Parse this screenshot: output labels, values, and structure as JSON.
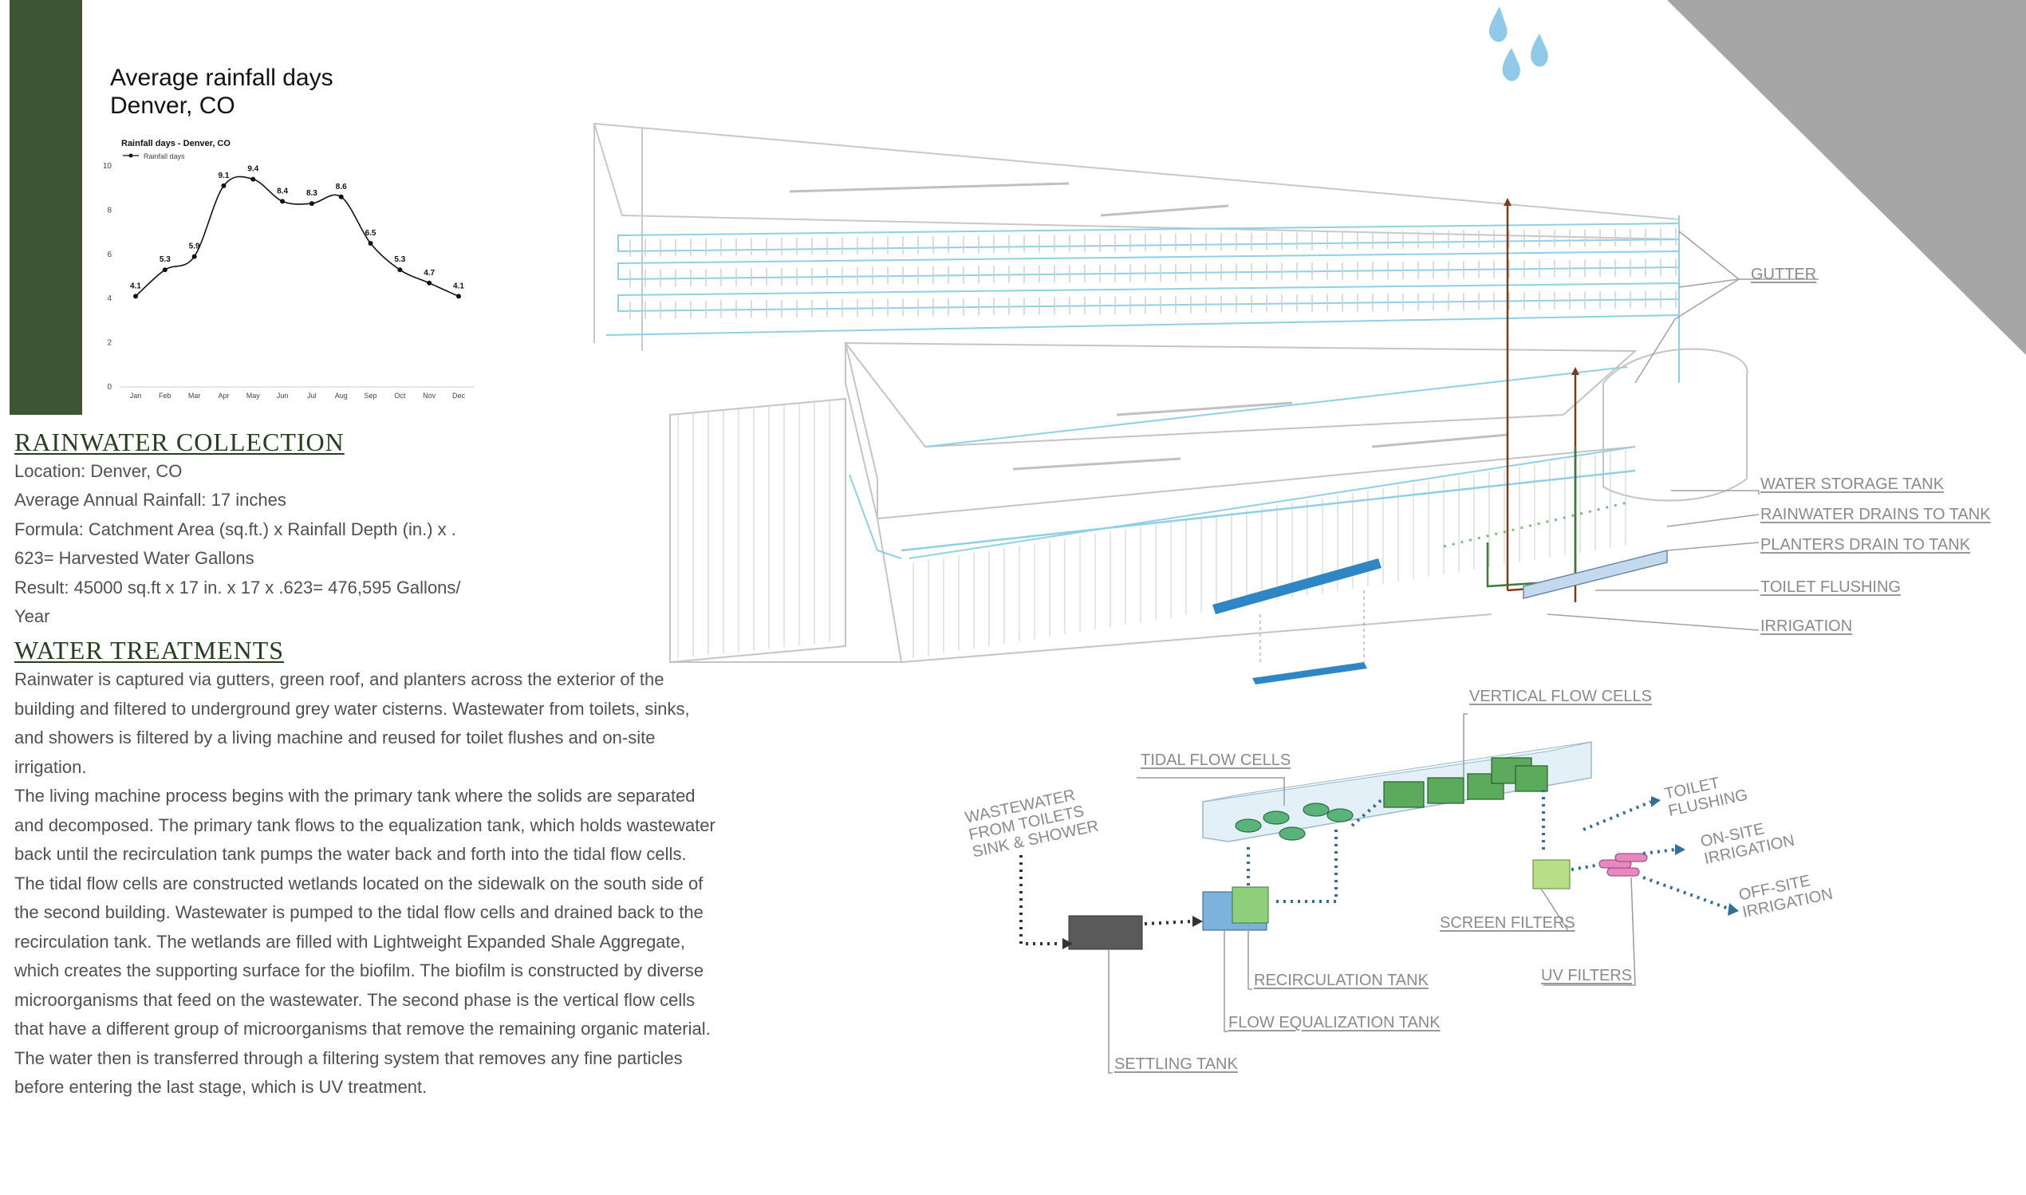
{
  "chart_heading": {
    "line1": "Average rainfall days",
    "line2": "Denver, CO"
  },
  "chart_data": {
    "type": "line",
    "title": "Rainfall days - Denver, CO",
    "series": [
      {
        "name": "Rainfall days",
        "values": [
          4.1,
          5.3,
          5.9,
          9.1,
          9.4,
          8.4,
          8.3,
          8.6,
          6.5,
          5.3,
          4.7,
          4.1
        ]
      }
    ],
    "categories": [
      "Jan",
      "Feb",
      "Mar",
      "Apr",
      "May",
      "Jun",
      "Jul",
      "Aug",
      "Sep",
      "Oct",
      "Nov",
      "Dec"
    ],
    "data_labels": [
      "4.1",
      "5.3",
      "5.9",
      "9.1",
      "9.4",
      "8.4",
      "8.3",
      "8.6",
      "6.5",
      "5.3",
      "4.7",
      "4.1"
    ],
    "y_ticks": [
      "0",
      "2",
      "4",
      "6",
      "8",
      "10"
    ],
    "ylim": [
      0,
      10
    ],
    "legend_position": "top-left",
    "grid": false,
    "colors": {
      "line": "#111111"
    }
  },
  "rainwater": {
    "heading": "RAINWATER COLLECTION",
    "location": "Location: Denver, CO",
    "annual_rainfall": "Average Annual Rainfall: 17 inches",
    "formula_line1": "Formula: Catchment Area (sq.ft.) x Rainfall Depth (in.) x .",
    "formula_line2": "623= Harvested Water Gallons",
    "result_line1": "Result: 45000 sq.ft x 17 in. x 17 x .623= 476,595 Gallons/",
    "result_line2": "Year"
  },
  "treatments": {
    "heading": "WATER TREATMENTS",
    "paragraph1": "Rainwater is captured via gutters, green roof, and planters across the exterior of the building and filtered to underground grey water cisterns. Wastewater from toilets, sinks, and showers is filtered by a living machine and reused for toilet flushes and on-site irrigation.",
    "paragraph2": "The living machine process begins with the primary tank where the solids are separated and decomposed. The primary tank flows to the equalization tank, which holds wastewater back until the recirculation tank pumps the water back and forth into the tidal flow cells. The tidal flow cells are constructed wetlands located on the sidewalk on the south side of the second building. Wastewater is pumped to the tidal flow cells and drained back to the recirculation tank. The wetlands are filled with Lightweight Expanded Shale Aggregate, which creates the supporting surface for the biofilm. The biofilm is constructed by diverse microorganisms that feed on the wastewater. The second phase is the vertical flow cells that have a different group of microorganisms that remove the remaining organic material. The water then is transferred through a filtering system that removes any fine particles before entering the last stage, which is UV treatment."
  },
  "building_labels": {
    "gutter": "GUTTER",
    "water_storage_tank": "WATER STORAGE TANK",
    "rainwater_drains": "RAINWATER DRAINS TO TANK",
    "planters_drain": "PLANTERS DRAIN TO TANK",
    "toilet_flushing": "TOILET FLUSHING",
    "irrigation": "IRRIGATION"
  },
  "treatment_labels": {
    "vertical_flow_cells": "VERTICAL FLOW CELLS",
    "tidal_flow_cells": "TIDAL FLOW CELLS",
    "wastewater_line1": "WASTEWATER",
    "wastewater_line2": "FROM TOILETS",
    "wastewater_line3": "SINK & SHOWER",
    "toilet_flushing_line1": "TOILET",
    "toilet_flushing_line2": "FLUSHING",
    "onsite_line1": "ON-SITE",
    "onsite_line2": "IRRIGATION",
    "offsite_line1": "OFF-SITE",
    "offsite_line2": "IRRIGATION",
    "screen_filters": "SCREEN FILTERS",
    "uv_filters": "UV FILTERS",
    "recirculation_tank": "RECIRCULATION TANK",
    "flow_equalization_tank": "FLOW EQUALIZATION TANK",
    "settling_tank": "SETTLING TANK"
  },
  "colors": {
    "sidebar_green": "#3e5532",
    "heading_green": "#253f1f",
    "water_blue": "#2f86c4",
    "gutter_cyan": "#6cc4e0",
    "pipe_brown": "#7a3d1c",
    "pipe_green": "#3b7a3a",
    "corner_grey": "#a6a6a6"
  }
}
